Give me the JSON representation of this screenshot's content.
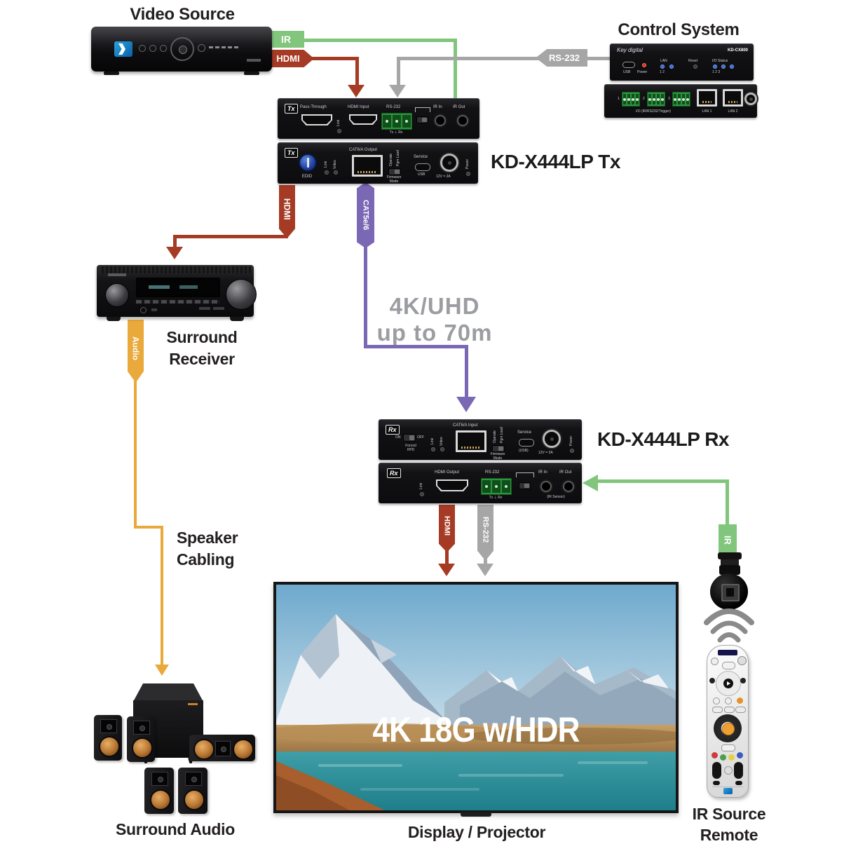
{
  "colors": {
    "ir_green": "#82c57d",
    "hdmi_red": "#a63b25",
    "rs232_gray": "#a6a6a6",
    "cat_purple": "#7b68b5",
    "audio_gold": "#e9a93b",
    "caption_dark": "#231f20",
    "uhd_gray": "#9b9da1"
  },
  "captions": {
    "video_source": "Video Source",
    "control_system": "Control System",
    "tx_model": "KD-X444LP Tx",
    "rx_model": "KD-X444LP Rx",
    "uhd_line1": "4K/UHD",
    "uhd_line2": "up to 70m",
    "receiver_line1": "Surround",
    "receiver_line2": "Receiver",
    "cabling_line1": "Speaker",
    "cabling_line2": "Cabling",
    "surround_audio": "Surround Audio",
    "display_projector": "Display / Projector",
    "ir_source_line1": "IR Source",
    "ir_source_line2": "Remote",
    "tv_overlay": "4K 18G w/HDR"
  },
  "tags": {
    "ir_top": "IR",
    "hdmi_top": "HDMI",
    "rs232_top": "RS-232",
    "hdmi_mid": "HDMI",
    "cat": "CAT5e/6",
    "audio": "Audio",
    "hdmi_bottom": "HDMI",
    "rs232_bottom": "RS-232",
    "ir_right": "IR"
  },
  "control_device": {
    "brand": "Key digital",
    "model": "KD-CX800",
    "usb": "USB",
    "power": "Power",
    "lan": "LAN",
    "one_two": "1  2",
    "reset": "Reset",
    "io_status": "I/O Status",
    "one_two_three": "1  2  3",
    "io_ports_label": "I/O (IR/RS232/Trigger)",
    "lan1": "LAN 1",
    "lan2": "LAN 2",
    "t1": "1",
    "t2": "2",
    "t3": "3"
  },
  "tx_rear": {
    "logo": "Tx",
    "pass_through": "Pass-Through",
    "hdmi_input": "HDMI Input",
    "rs232": "RS-232",
    "link": "Link",
    "pins": "Tx ⊥ Rx",
    "ir_in": "IR In",
    "ir_out": "IR Out"
  },
  "tx_front": {
    "logo": "Tx",
    "edid": "EDID",
    "link": "Link",
    "video": "Video",
    "cat_out": "CAT6/A Output",
    "operate": "Operate",
    "pgm_load": "Pgm Load",
    "firmware": "Firmware",
    "mode": "Mode",
    "service": "Service",
    "usb": "USB",
    "power_spec": "12V = 2A",
    "power": "Power"
  },
  "rx_front": {
    "logo": "Rx",
    "on": "ON",
    "off": "OFF",
    "forced": "Forced",
    "hpd": "HPD",
    "link": "Link",
    "video": "Video",
    "cat_in": "CAT6/A Input",
    "operate": "Operate",
    "pgm_load": "Pgm Load",
    "firmware": "Firmware",
    "mode": "Mode",
    "service": "Service",
    "usb": "(USB)",
    "power_spec": "12V = 2A",
    "power": "Power"
  },
  "rx_rear": {
    "logo": "Rx",
    "link": "Link",
    "hdmi_output": "HDMI Output",
    "rs232": "RS-232",
    "pins": "Tx ⊥ Rx",
    "ir_in": "IR In",
    "ir_out": "IR Out",
    "ir_sensor": "(IR Sensor)"
  }
}
